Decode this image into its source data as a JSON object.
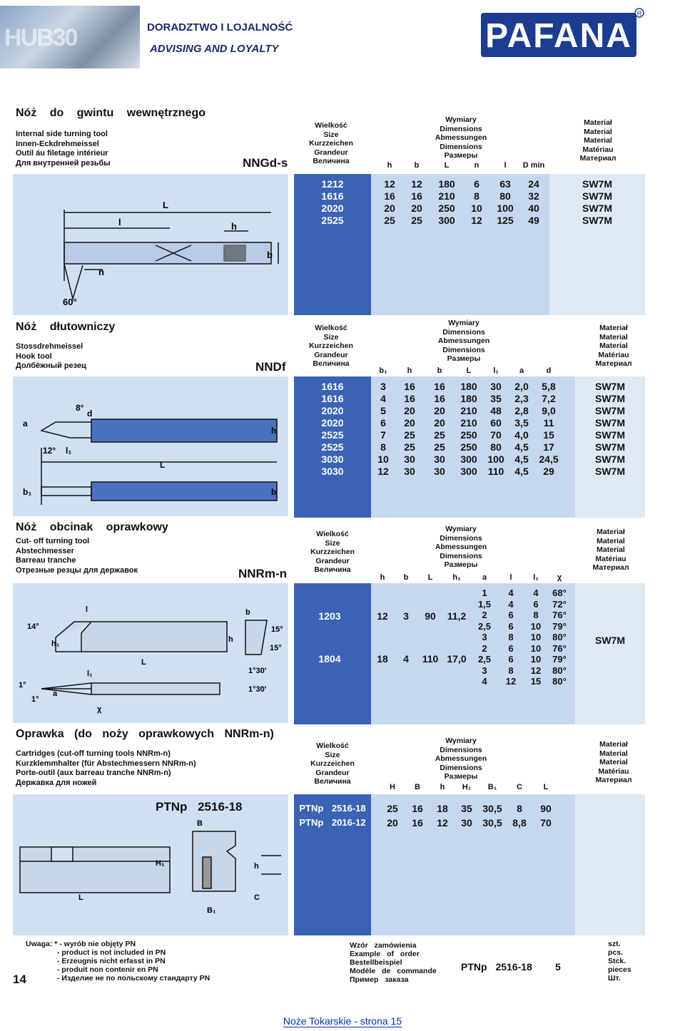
{
  "header": {
    "title_pl": "DORADZTWO I LOJALNOŚĆ",
    "title_en": "ADVISING AND LOYALTY",
    "brand": "PAFANA",
    "watermark": "HUB30"
  },
  "labels": {
    "size": [
      "Wielkość",
      "Size",
      "Kurzzeichen",
      "Grandeur",
      "Величина"
    ],
    "material": [
      "Materiał",
      "Material",
      "Material",
      "Matériau",
      "Материал"
    ]
  },
  "sections": [
    {
      "title": "Nóż do gwintu wewnętrznego",
      "names": [
        "Internal side turning tool",
        "Innen-Eckdrehmeissel",
        "Outil áu filetage intérieur",
        "Для внутренней резьбы"
      ],
      "code": "NNGd-s",
      "dim_header": [
        "Wymiary",
        "Dimensions",
        "Abmessungen",
        "Dimensions",
        "Размеры"
      ],
      "columns": [
        "h",
        "b",
        "L",
        "n",
        "l",
        "D min"
      ],
      "sizes": [
        "1212",
        "1616",
        "2020",
        "2525"
      ],
      "rows": [
        [
          "12",
          "12",
          "180",
          "6",
          "63",
          "24"
        ],
        [
          "16",
          "16",
          "210",
          "8",
          "80",
          "32"
        ],
        [
          "20",
          "20",
          "250",
          "10",
          "100",
          "40"
        ],
        [
          "25",
          "25",
          "300",
          "12",
          "125",
          "49"
        ]
      ],
      "material": [
        "SW7M",
        "SW7M",
        "SW7M",
        "SW7M"
      ],
      "drawing_labels": [
        "L",
        "l",
        "h",
        "b",
        "n",
        "60°"
      ]
    },
    {
      "title": "Nóż dłutowniczy",
      "names": [
        "Stossdrehmeissel",
        "Hook tool",
        "Долбёжный резец"
      ],
      "code": "NNDf",
      "dim_header": [
        "Wymiary",
        "Dimensions",
        "Abmessungen",
        "Dimensions",
        "Размеры"
      ],
      "columns": [
        "b₁",
        "h",
        "b",
        "L",
        "l₁",
        "a",
        "d"
      ],
      "sizes": [
        "1616",
        "1616",
        "2020",
        "2020",
        "2525",
        "2525",
        "3030",
        "3030"
      ],
      "rows": [
        [
          "3",
          "16",
          "16",
          "180",
          "30",
          "2,0",
          "5,8"
        ],
        [
          "4",
          "16",
          "16",
          "180",
          "35",
          "2,3",
          "7,2"
        ],
        [
          "5",
          "20",
          "20",
          "210",
          "48",
          "2,8",
          "9,0"
        ],
        [
          "6",
          "20",
          "20",
          "210",
          "60",
          "3,5",
          "11"
        ],
        [
          "7",
          "25",
          "25",
          "250",
          "70",
          "4,0",
          "15"
        ],
        [
          "8",
          "25",
          "25",
          "250",
          "80",
          "4,5",
          "17"
        ],
        [
          "10",
          "30",
          "30",
          "300",
          "100",
          "4,5",
          "24,5"
        ],
        [
          "12",
          "30",
          "30",
          "300",
          "110",
          "4,5",
          "29"
        ]
      ],
      "material": [
        "SW7M",
        "SW7M",
        "SW7M",
        "SW7M",
        "SW7M",
        "SW7M",
        "SW7M",
        "SW7M"
      ],
      "drawing_labels": [
        "8°",
        "d",
        "a",
        "h",
        "12°",
        "l₁",
        "L",
        "b₁",
        "b"
      ]
    },
    {
      "title": "Nóż obcinak oprawkowy",
      "names": [
        "Cut- off turning tool",
        "Abstechmesser",
        "Barreau tranche",
        "Отрезные резцы для державок"
      ],
      "code": "NNRm-n",
      "dim_header": [
        "Wymiary",
        "Dimensions",
        "Abmessungen",
        "Dimensions",
        "Размеры"
      ],
      "columns": [
        "h",
        "b",
        "L",
        "h₁",
        "a",
        "l",
        "l₁",
        "χ"
      ],
      "groups": [
        {
          "size": "1203",
          "h": "12",
          "b": "3",
          "L": "90",
          "h1": "11,2",
          "rows": [
            [
              "1",
              "4",
              "4",
              "68°"
            ],
            [
              "1,5",
              "4",
              "6",
              "72°"
            ],
            [
              "2",
              "6",
              "8",
              "76°"
            ],
            [
              "2,5",
              "6",
              "10",
              "79°"
            ],
            [
              "3",
              "8",
              "10",
              "80°"
            ]
          ]
        },
        {
          "size": "1804",
          "h": "18",
          "b": "4",
          "L": "110",
          "h1": "17,0",
          "rows": [
            [
              "2",
              "6",
              "10",
              "76°"
            ],
            [
              "2,5",
              "6",
              "10",
              "79°"
            ],
            [
              "3",
              "8",
              "12",
              "80°"
            ],
            [
              "4",
              "12",
              "15",
              "80°"
            ]
          ]
        }
      ],
      "material": "SW7M",
      "drawing_labels": [
        "l",
        "14°",
        "h₁",
        "h",
        "L",
        "b",
        "15°",
        "15°",
        "1°30'",
        "l₁",
        "1°",
        "a",
        "1°",
        "1°30'",
        "χ"
      ]
    },
    {
      "title": "Oprawka (do noży oprawkowych NNRm-n)",
      "names": [
        "Cartridges (cut-off turning tools NNRm-n)",
        "Kurzklemmhalter (für Abstechmessern NNRm-n)",
        "Porte-outil (aux barreau tranche NNRm-n)",
        "Державка для ножей"
      ],
      "code": "PTNp 2516-18",
      "dim_header": [
        "Wymiary",
        "Dimensions",
        "Abmessungen",
        "Dimensions",
        "Размеры"
      ],
      "columns": [
        "H",
        "B",
        "h",
        "H₁",
        "B₁",
        "C",
        "L"
      ],
      "sizes": [
        "PTNp 2516-18",
        "PTNp 2016-12"
      ],
      "rows": [
        [
          "25",
          "16",
          "18",
          "35",
          "30,5",
          "8",
          "90"
        ],
        [
          "20",
          "16",
          "12",
          "30",
          "30,5",
          "8,8",
          "70"
        ]
      ],
      "drawing_labels": [
        "B",
        "H₁",
        "h",
        "L",
        "C",
        "B₁"
      ]
    }
  ],
  "footer": {
    "note": [
      "Uwaga: * - wyrób nie objęty PN",
      "- product is not included in PN",
      "- Erzeugnis nicht erfasst in PN",
      "- produit non contenir en PN",
      "- Изделие не по польскому стандарту PN"
    ],
    "order_labels": [
      "Wzór zamówienia",
      "Example of order",
      "Bestellbeispiel",
      "Modéle de commande",
      "Пример заказа"
    ],
    "order_example": "PTNp 2516-18",
    "order_qty": "5",
    "units": [
      "szt.",
      "pcs.",
      "Stck.",
      "pieces",
      "Шт."
    ],
    "page_number": "14"
  },
  "caption": "Noże Tokarskie - strona 15"
}
